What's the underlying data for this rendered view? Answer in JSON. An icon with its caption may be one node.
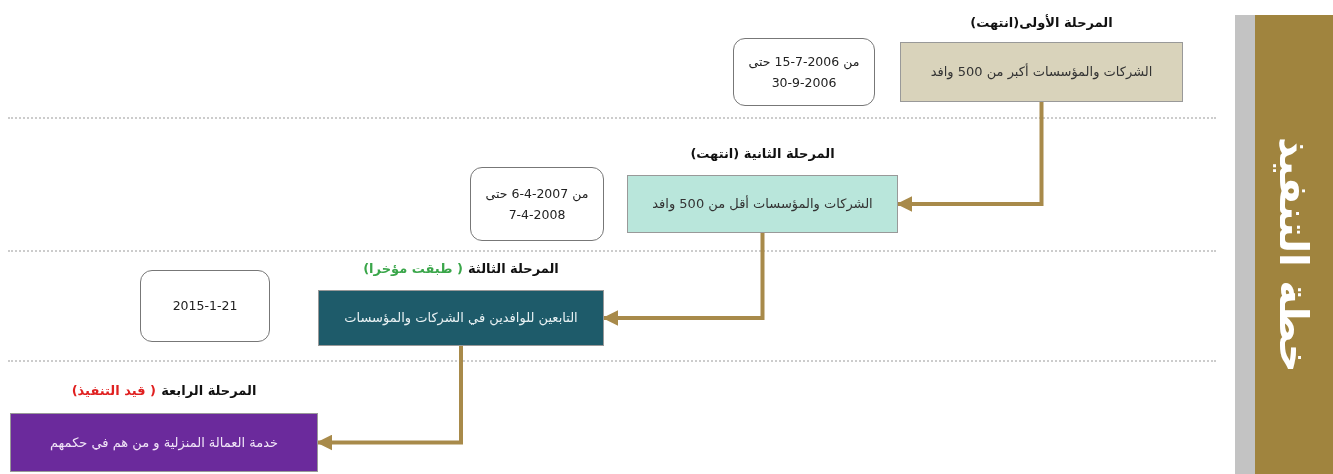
{
  "diagram": {
    "title": "خطة التنفيذ",
    "nodes": [
      {
        "text": [
          "المرحلة الأولى(انتهت)",
          "الشركات والمؤسسات أكبر من 500 وافد"
        ]
      },
      {
        "text": [
          "من 2006-7-15 حتى 2006-9-30"
        ]
      },
      {
        "text": [
          "المرحلة الثانية (انتهت)",
          "الشركات والمؤسسات أقل من 500 وافد"
        ]
      },
      {
        "text": [
          "من 2007-4-6 حتى 2008-4-7"
        ]
      },
      {
        "text": [
          "المرحلة الثالثة",
          "( طبقت مؤخرا)",
          "التابعين للوافدين في الشركات والمؤسسات"
        ]
      },
      {
        "text": [
          "2015-1-21"
        ]
      },
      {
        "text": [
          "المرحلة الرابعة",
          "( قيد التنفيذ)",
          "خدمة العمالة المنزلية و من هم في حكمهم"
        ]
      }
    ],
    "edges": [
      {
        "from": 0,
        "to": 2,
        "arrow": "to"
      },
      {
        "from": 2,
        "to": 4,
        "arrow": "to"
      },
      {
        "from": 4,
        "to": 6,
        "arrow": "to"
      }
    ]
  }
}
